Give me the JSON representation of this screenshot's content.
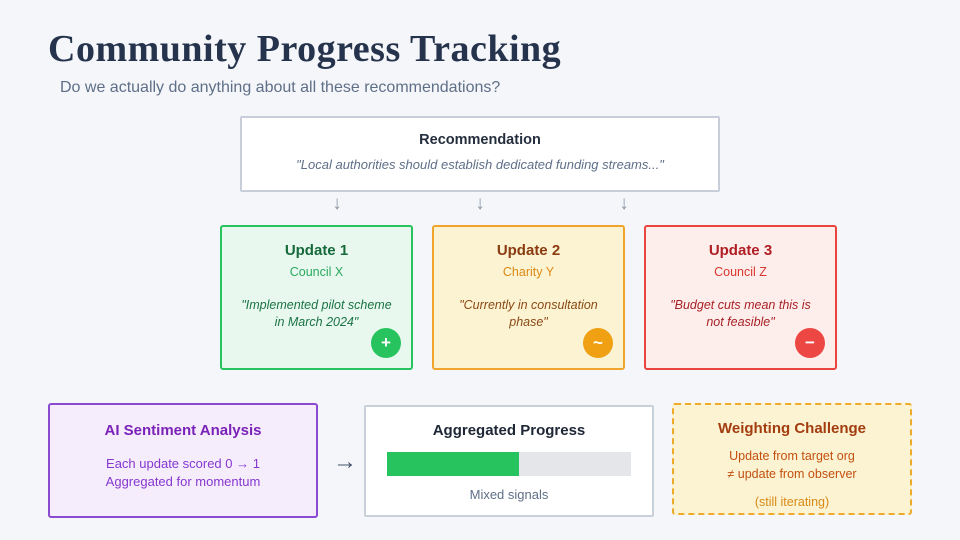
{
  "slide": {
    "title": "Community Progress Tracking",
    "subtitle": "Do we actually do anything about all these recommendations?"
  },
  "recommendation": {
    "title": "Recommendation",
    "quote": "\"Local authorities should establish dedicated funding streams...\""
  },
  "icons": {
    "down_arrow": "↓",
    "flow_arrow": "→"
  },
  "updates": [
    {
      "title": "Update 1",
      "org": "Council X",
      "quote": "\"Implemented pilot scheme in March 2024\"",
      "badge": "+",
      "status": "positive",
      "accent": "#26c35f"
    },
    {
      "title": "Update 2",
      "org": "Charity Y",
      "quote": "\"Currently in consultation phase\"",
      "badge": "~",
      "status": "neutral",
      "accent": "#f0a42c"
    },
    {
      "title": "Update 3",
      "org": "Council Z",
      "quote": "\"Budget cuts mean this is not feasible\"",
      "badge": "−",
      "status": "negative",
      "accent": "#e9453e"
    }
  ],
  "sentiment": {
    "title": "AI Sentiment Analysis",
    "line1": "Each update scored 0 → 1",
    "line2": "Aggregated for momentum",
    "accent": "#8b4bd1"
  },
  "progress": {
    "title": "Aggregated Progress",
    "percent": 54,
    "caption": "Mixed signals",
    "bar_color": "#26c35f",
    "track_color": "#e4e6e9"
  },
  "weighting": {
    "title": "Weighting Challenge",
    "line1": "Update from target org",
    "line2": "≠ update from observer",
    "line3": "(still iterating)",
    "accent": "#edaa2b"
  }
}
